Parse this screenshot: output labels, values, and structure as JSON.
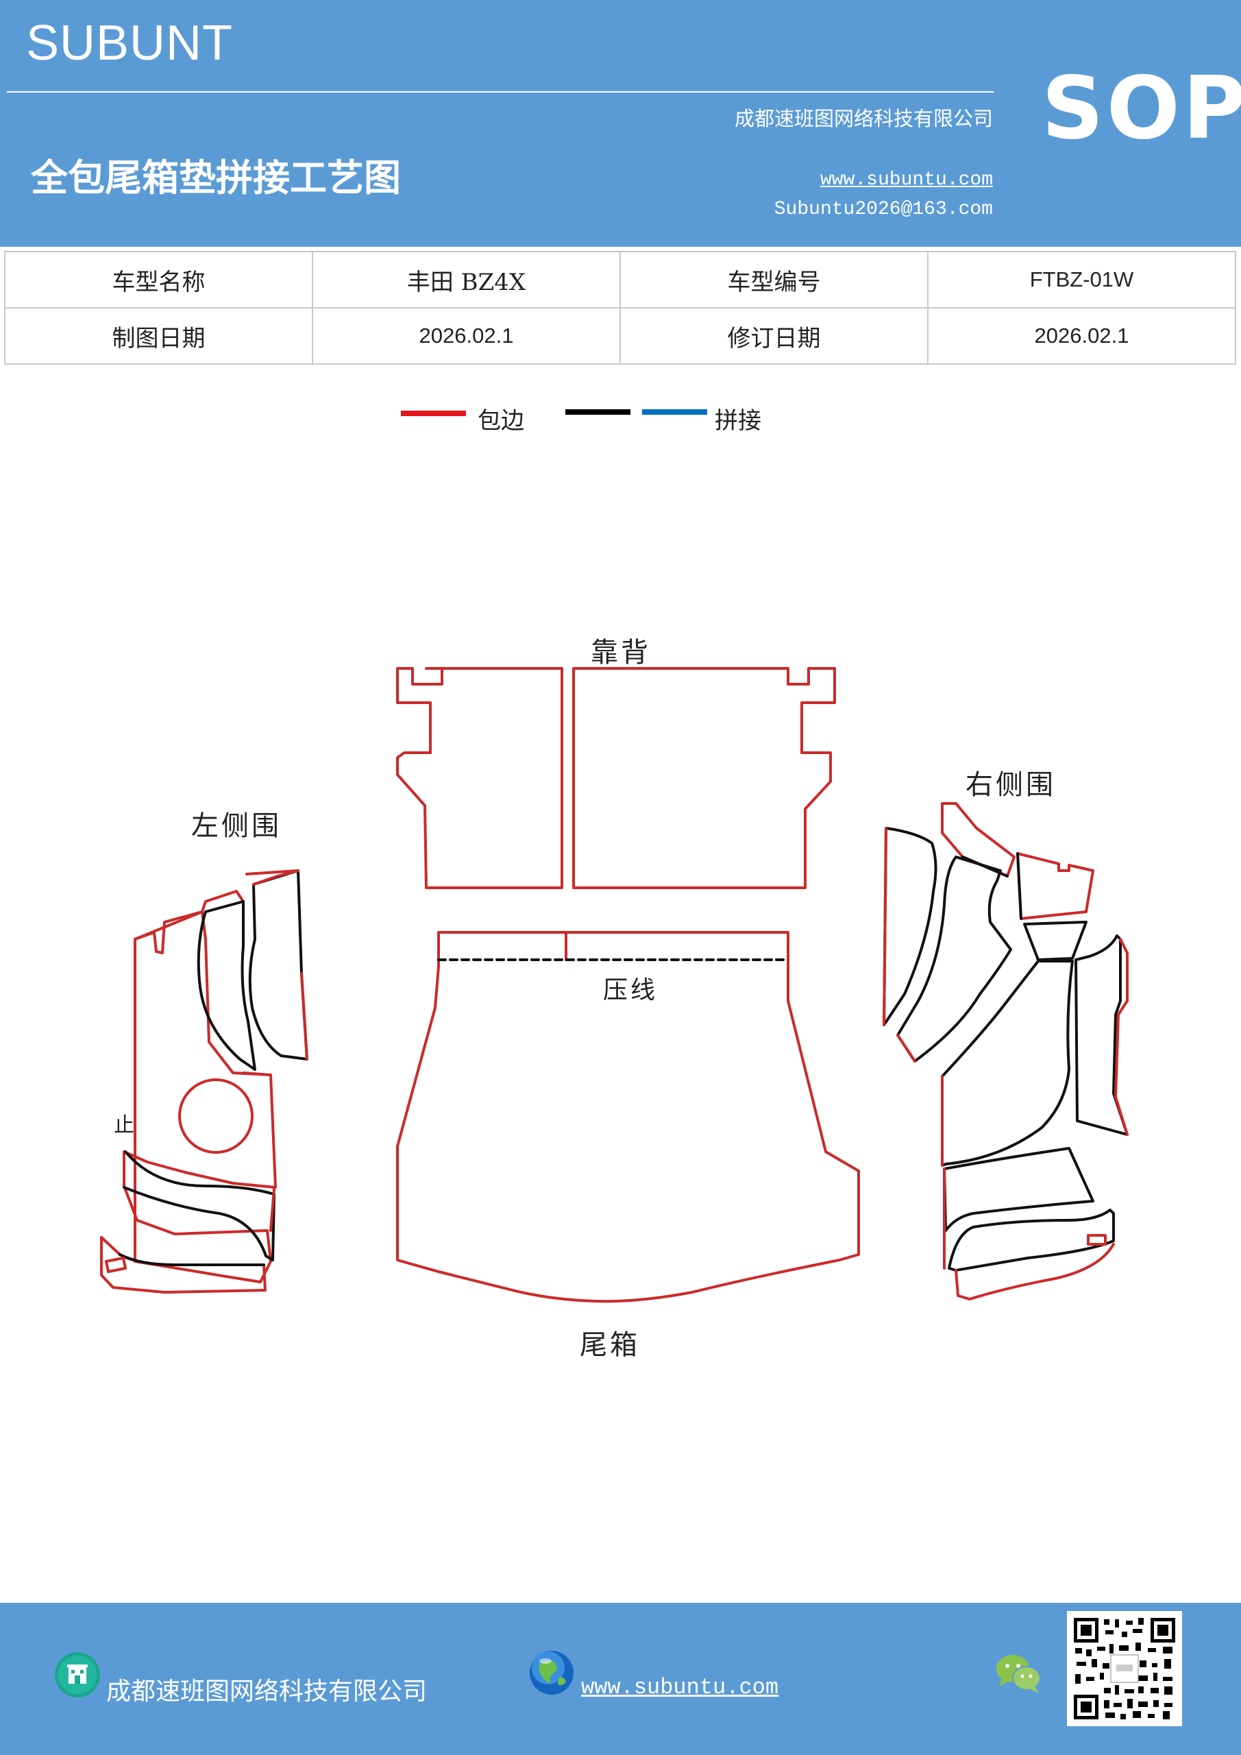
{
  "header": {
    "brand": "SUBUNT",
    "company": "成都速班图网络科技有限公司",
    "title": "全包尾箱垫拼接工艺图",
    "website": "www.subuntu.com",
    "email": "Subuntu2026@163.com",
    "badge": "SOP"
  },
  "info_table": {
    "rows": [
      [
        "车型名称",
        "丰田 BZ4X",
        "车型编号",
        "FTBZ-01W"
      ],
      [
        "制图日期",
        "2026.02.1",
        "修订日期",
        "2026.02.1"
      ]
    ]
  },
  "legend": {
    "items": [
      {
        "label": "包边",
        "color": "#e8141c"
      },
      {
        "label": "",
        "color": "#000000"
      },
      {
        "label": "拼接",
        "color": "#0070c0"
      }
    ]
  },
  "diagram": {
    "labels": {
      "seat_back": "靠背",
      "left_side": "左侧围",
      "right_side": "右侧围",
      "press_line": "压线",
      "trunk": "尾箱",
      "left_fragment": "止"
    },
    "colors": {
      "edge": "#cc2a2a",
      "seam": "#111111"
    }
  },
  "footer": {
    "company": "成都速班图网络科技有限公司",
    "website": "www.subuntu.com",
    "icons": [
      "building-icon",
      "globe-icon",
      "wechat-icon",
      "qr-code"
    ]
  }
}
